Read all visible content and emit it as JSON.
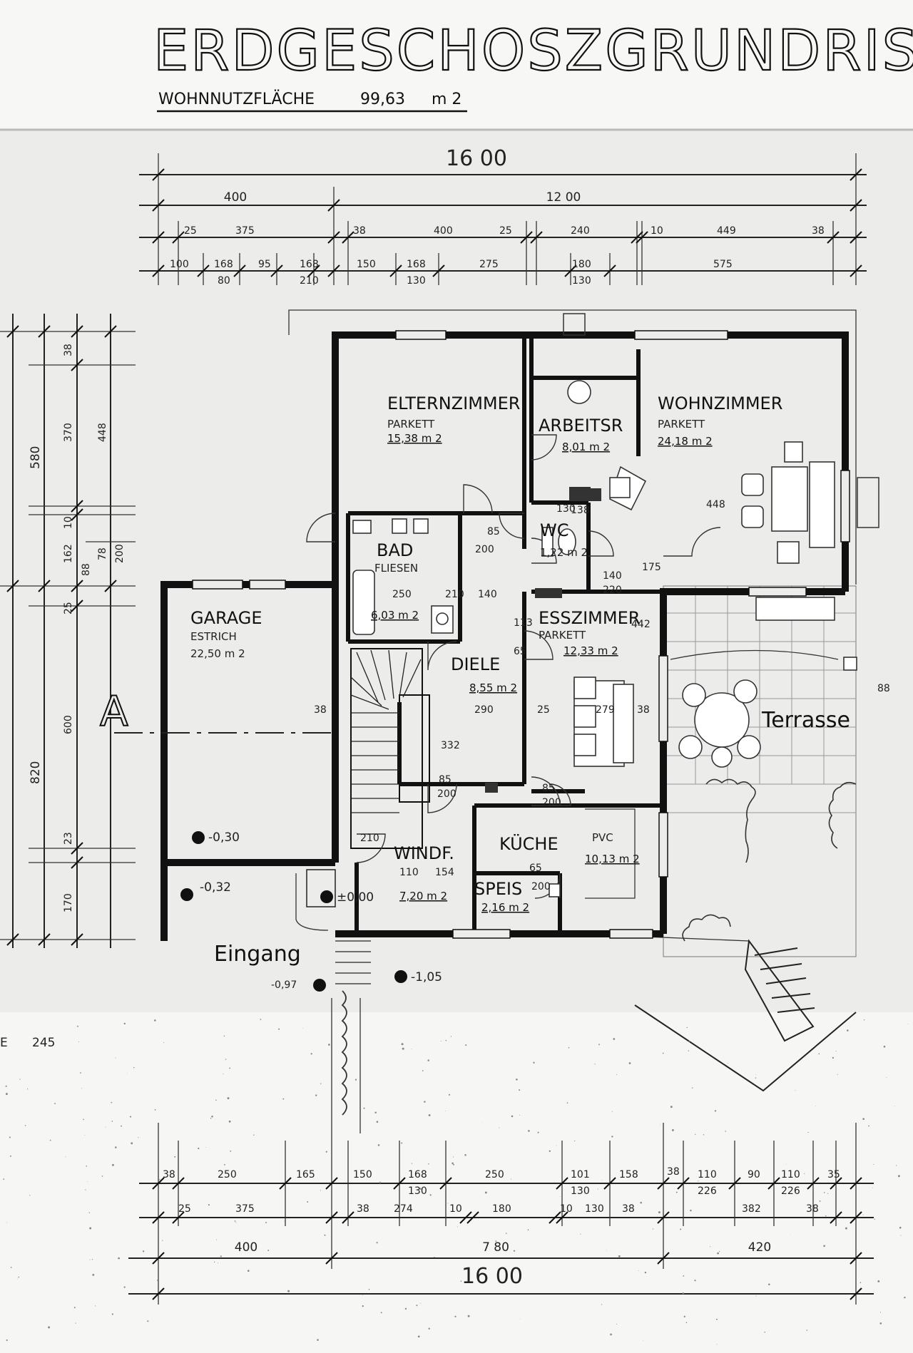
{
  "title": "ERDGESCHOSZGRUNDRISZ",
  "subtitle": {
    "label": "WOHNNUTZFLÄCHE",
    "value": "99,63",
    "unit": "m 2"
  },
  "section_marker": "A",
  "side_note": {
    "letter": "E",
    "number": "245"
  },
  "labels": {
    "entrance": "Eingang",
    "terrace": "Terrasse"
  },
  "levels": {
    "garage_floor": "-0,30",
    "entrance_level": "-0,32",
    "zero": "±0,00",
    "path": "-0,97",
    "outside": "-1,05"
  },
  "rooms": [
    {
      "id": "elternzimmer",
      "name": "ELTERNZIMMER",
      "floor": "PARKETT",
      "area": "15,38 m 2"
    },
    {
      "id": "arbeitsr",
      "name": "ARBEITSR",
      "floor": "",
      "area": "8,01 m 2"
    },
    {
      "id": "wohnzimmer",
      "name": "WOHNZIMMER",
      "floor": "PARKETT",
      "area": "24,18 m 2"
    },
    {
      "id": "bad",
      "name": "BAD",
      "floor": "FLIESEN",
      "area": "6,03 m 2"
    },
    {
      "id": "wc",
      "name": "WC",
      "floor": "",
      "area": "1,22 m 2"
    },
    {
      "id": "garage",
      "name": "GARAGE",
      "floor": "ESTRICH",
      "area": "22,50 m 2"
    },
    {
      "id": "diele",
      "name": "DIELE",
      "floor": "",
      "area": "8,55 m 2"
    },
    {
      "id": "esszimmer",
      "name": "ESSZIMMER",
      "floor": "PARKETT",
      "area": "12,33 m 2"
    },
    {
      "id": "windf",
      "name": "WINDF.",
      "floor": "",
      "area": "7,20 m 2"
    },
    {
      "id": "kueche",
      "name": "KÜCHE",
      "floor": "PVC",
      "area": "10,13 m 2"
    },
    {
      "id": "speis",
      "name": "SPEIS",
      "floor": "",
      "area": "2,16 m 2"
    }
  ],
  "dims_top": {
    "total": "16 00",
    "row1": [
      "400",
      "12 00"
    ],
    "row2": [
      "25",
      "375",
      "38",
      "400",
      "25",
      "240",
      "10",
      "449",
      "38"
    ],
    "row3": [
      "100",
      "168",
      "95",
      "168",
      "150",
      "168",
      "275",
      "180",
      "575"
    ],
    "row3_sub": [
      "80",
      "210",
      "130",
      "130"
    ]
  },
  "dims_left": {
    "outer": [
      "580",
      "820"
    ],
    "inner": [
      "38",
      "370",
      "10",
      "162",
      "25",
      "600",
      "23",
      "170"
    ],
    "sub": [
      "448",
      "88",
      "78",
      "200"
    ]
  },
  "dims_bottom": {
    "row1": [
      "38",
      "250",
      "165",
      "150",
      "168",
      "250",
      "101",
      "158",
      "38",
      "110",
      "90",
      "110",
      "35"
    ],
    "row1_sub": [
      "130",
      "130",
      "226",
      "226"
    ],
    "row2": [
      "25",
      "375",
      "38",
      "274",
      "10",
      "180",
      "10",
      "130",
      "38",
      "382",
      "38"
    ],
    "row3": [
      "400",
      "7 80",
      "420"
    ],
    "total": "16 00"
  },
  "inner_dims": [
    "85",
    "200",
    "140",
    "250",
    "210",
    "140",
    "220",
    "113",
    "65",
    "175",
    "279",
    "38",
    "85",
    "200",
    "85",
    "200",
    "332",
    "154",
    "110",
    "65",
    "200",
    "448",
    "138",
    "442",
    "38",
    "25",
    "290",
    "130",
    "210",
    "88"
  ]
}
